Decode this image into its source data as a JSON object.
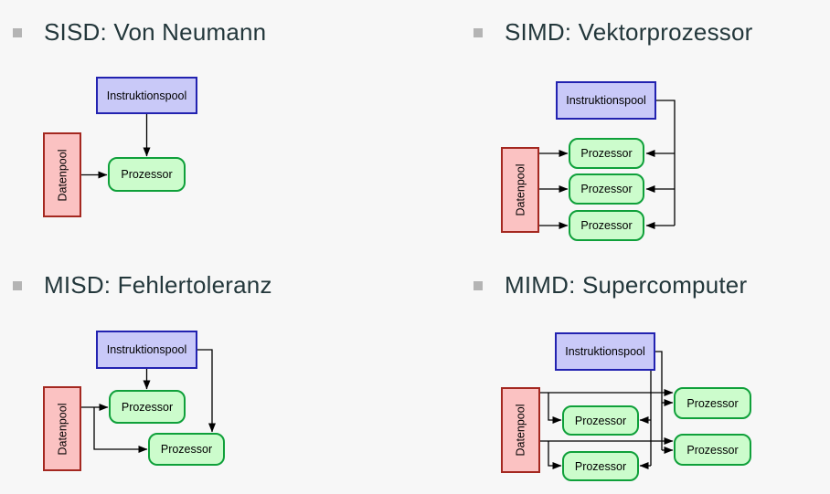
{
  "colors": {
    "page_bg": "#f7f7f7",
    "title": "#23373b",
    "bullet": "#b4b4b4",
    "instruction_fill": "#c9c9f8",
    "instruction_border": "#2222b0",
    "data_fill": "#fbc2c2",
    "data_border": "#a42820",
    "processor_fill": "#ccfccc",
    "processor_border": "#0fa03a",
    "line": "#000000"
  },
  "labels": {
    "instruction_pool": "Instruktionspool",
    "data_pool": "Datenpool",
    "processor": "Prozessor"
  },
  "quadrants": [
    {
      "id": "sisd",
      "title": "SISD: Von Neumann",
      "processor_count": 1
    },
    {
      "id": "simd",
      "title": "SIMD: Vektorprozessor",
      "processor_count": 3
    },
    {
      "id": "misd",
      "title": "MISD: Fehlertoleranz",
      "processor_count": 2
    },
    {
      "id": "mimd",
      "title": "MIMD: Supercomputer",
      "processor_count": 4
    }
  ]
}
